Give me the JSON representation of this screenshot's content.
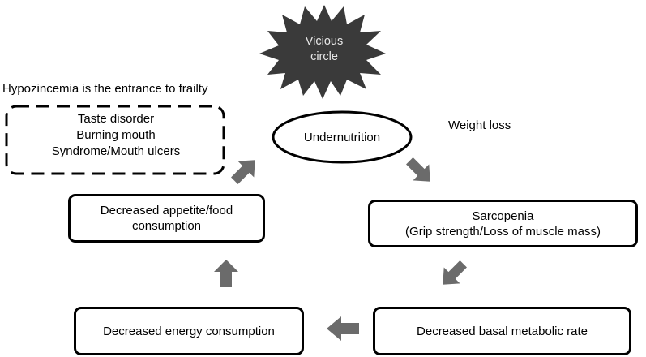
{
  "diagram": {
    "burst": {
      "lines": [
        "Vicious",
        "circle"
      ]
    },
    "entrance_text": "Hypozincemia is the entrance to frailty",
    "center_node": "Undernutrition",
    "edge_label": "Weight loss",
    "symptoms": [
      "Taste disorder",
      "Burning mouth",
      "Syndrome/Mouth ulcers"
    ],
    "nodes": {
      "sarcopenia": [
        "Sarcopenia",
        "(Grip strength/Loss of muscle mass)"
      ],
      "basal_rate": "Decreased basal metabolic rate",
      "energy": "Decreased energy consumption",
      "appetite": [
        "Decreased appetite/food",
        "consumption"
      ]
    },
    "colors": {
      "arrow": "#6b6b6b",
      "burst": "#3a3a3a",
      "burst_text": "#e8e8e8"
    }
  }
}
